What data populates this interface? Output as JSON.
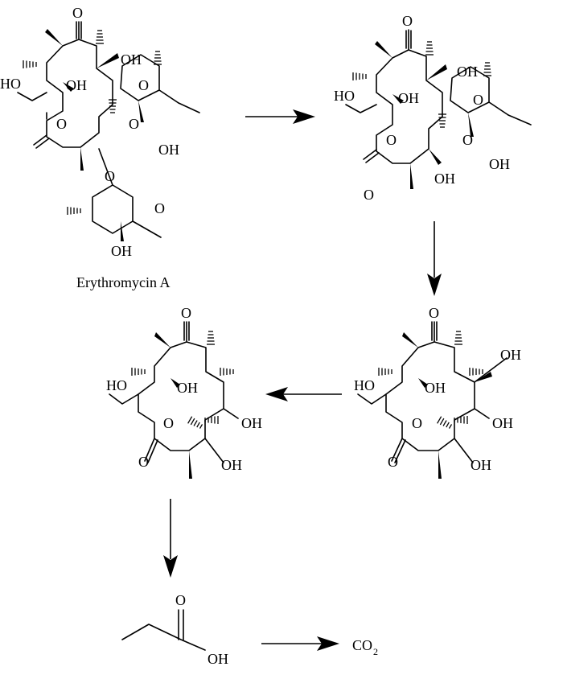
{
  "caption": "Erythromycin A",
  "labels": {
    "oxo": "O",
    "hydroxyl": "OH",
    "hydroxyl_left": "HO",
    "ring_oxygen": "O",
    "methoxy_oxygen": "O",
    "product": "CO",
    "product_subscript": "2"
  }
}
